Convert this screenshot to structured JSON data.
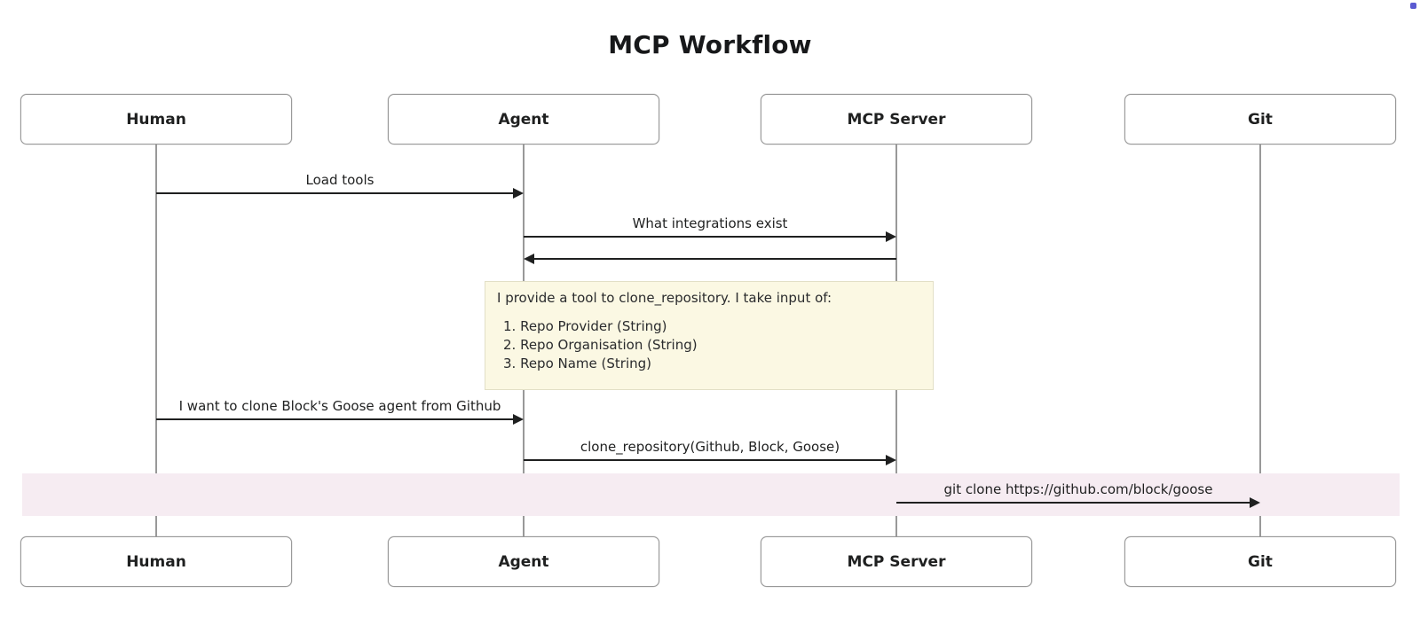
{
  "title": "MCP Workflow",
  "diagram_type": "sequence-diagram",
  "actors": [
    {
      "label": "Human"
    },
    {
      "label": "Agent"
    },
    {
      "label": "MCP Server"
    },
    {
      "label": "Git"
    }
  ],
  "messages": [
    {
      "from": "Human",
      "to": "Agent",
      "label": "Load tools"
    },
    {
      "from": "Agent",
      "to": "MCP Server",
      "label": "What integrations exist"
    },
    {
      "from": "MCP Server",
      "to": "Agent",
      "label": ""
    },
    {
      "from": "Human",
      "to": "Agent",
      "label": "I want to clone Block's Goose agent from Github"
    },
    {
      "from": "Agent",
      "to": "MCP Server",
      "label": "clone_repository(Github, Block, Goose)"
    },
    {
      "from": "MCP Server",
      "to": "Git",
      "label": "git clone https://github.com/block/goose"
    }
  ],
  "note": {
    "over": "Agent, MCP Server",
    "line1": "I provide a tool to clone_repository. I take input of:",
    "items": [
      "1. Repo Provider (String)",
      "2. Repo Organisation (String)",
      "3. Repo Name (String)"
    ]
  },
  "colors": {
    "arrow": "#1f2020",
    "lifeline": "#999999",
    "actor_border": "#999999",
    "actor_fill": "#ffffff",
    "note_bg": "#fbf8e3",
    "note_border": "#e2dfc6",
    "highlight_band": "#f6ecf2",
    "corner_dot": "#5a5ad1"
  }
}
